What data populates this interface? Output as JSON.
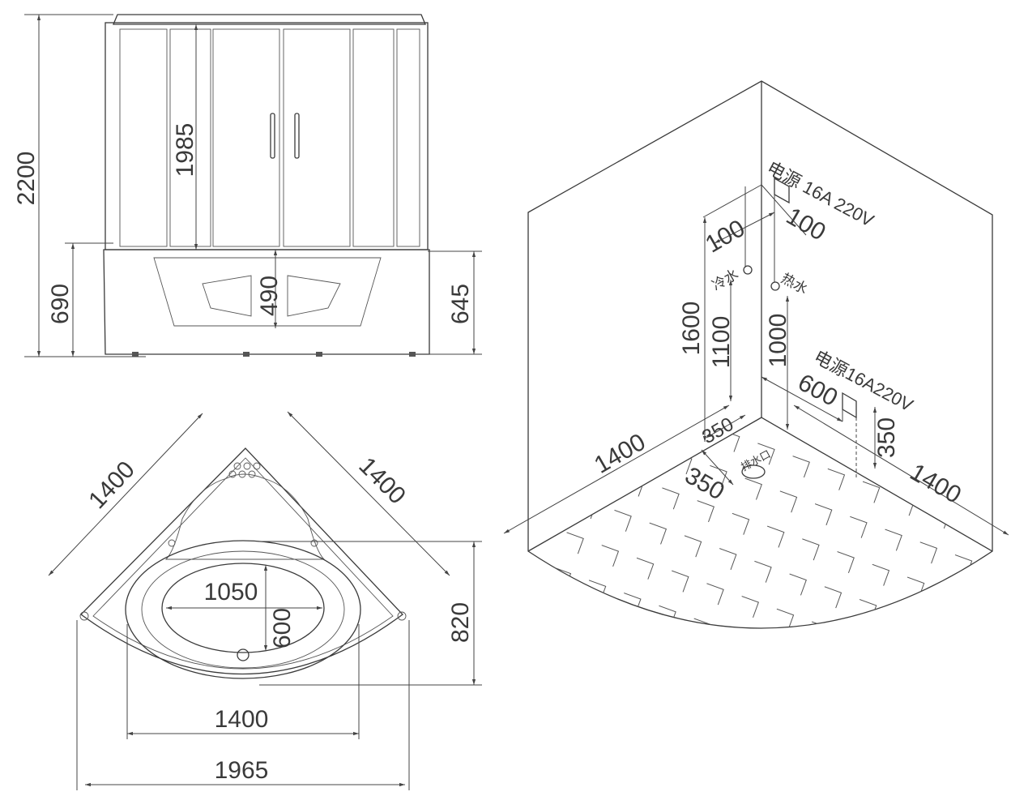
{
  "front_view": {
    "overall_height": "2200",
    "glass_height": "1985",
    "base_height_left": "690",
    "base_inner": "490",
    "base_height_right": "645"
  },
  "top_view": {
    "side_left": "1400",
    "side_right": "1400",
    "basin_length": "1050",
    "basin_width": "600",
    "depth": "820",
    "front_width": "1400",
    "overall_width": "1965"
  },
  "install_view": {
    "power_top": "电源 16A 220V",
    "offset_left": "100",
    "offset_right": "100",
    "cold_water": "冷水",
    "hot_water": "热水",
    "height_1600": "1600",
    "height_1100": "1100",
    "height_1000": "1000",
    "power_bottom": "电源16A220V",
    "dist_600": "600",
    "dist_350_a": "350",
    "dist_350_b": "350",
    "drain": "排水口",
    "dist_350_c": "350",
    "wall_left": "1400",
    "wall_right": "1400"
  }
}
